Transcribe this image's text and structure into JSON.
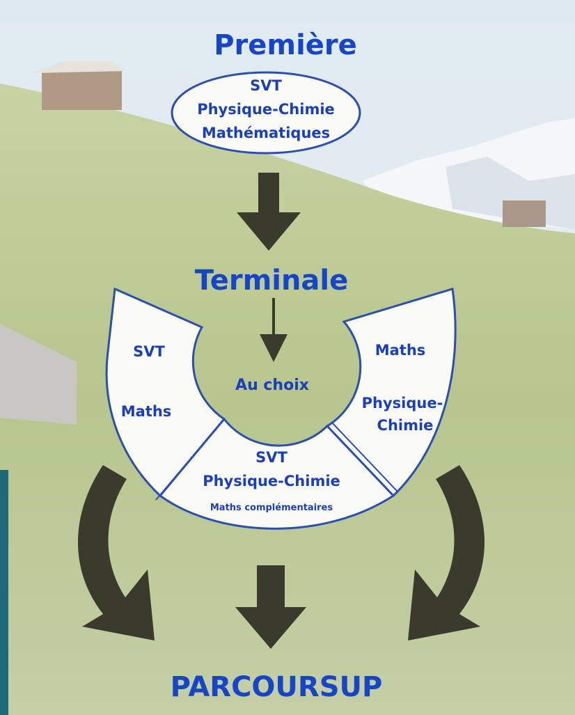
{
  "colors": {
    "text": "#1a3fb8",
    "title": "#1745c8",
    "outline": "#2c4fae",
    "panel_fill": "#fafbf6",
    "arrow": "#3a3b2c",
    "sky": "#e3ecf2",
    "meadow": "#b9c98e",
    "teal_edge": "#1c6a7a"
  },
  "premiere": {
    "title": "Première",
    "subjects": [
      "SVT",
      "Physique-Chimie",
      "Mathématiques"
    ]
  },
  "terminale": {
    "title": "Terminale",
    "center": "Au choix",
    "left": [
      "SVT",
      "Maths"
    ],
    "right": [
      "Maths",
      "Physique-",
      "Chimie"
    ],
    "bottom": [
      "SVT",
      "Physique-Chimie",
      "Maths complémentaires"
    ]
  },
  "destination": "PARCOURSUP",
  "icons": {
    "down_arrow": "thick-down-arrow-icon",
    "thin_arrow": "thin-down-arrow-icon",
    "curved_arrow": "curved-arrow-icon"
  }
}
